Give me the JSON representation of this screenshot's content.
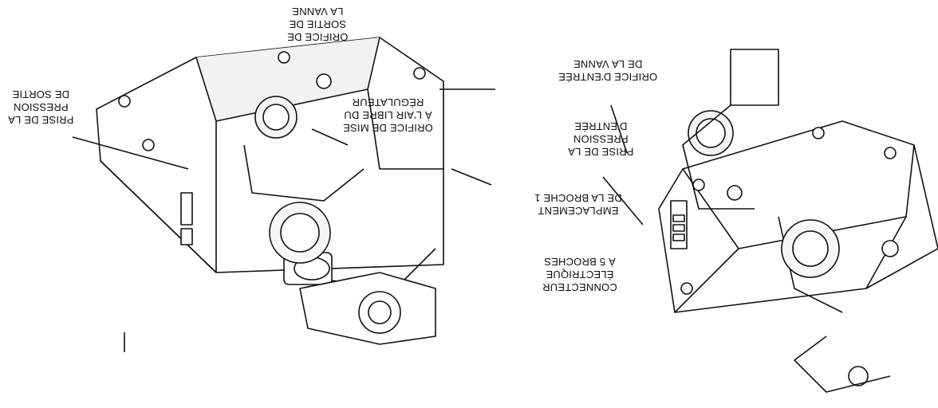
{
  "labels": {
    "outlet_pressure_tap": [
      "PRISE DE LA",
      "PRESSION",
      "DE SORTIE"
    ],
    "outlet_port": [
      "ORIFICE DE",
      "SORTIE DE",
      "LA VANNE"
    ],
    "regulator_vent": [
      "ORIFICE DE MISE",
      "À L'AIR LIBRE DU",
      "RÉGULATEUR"
    ],
    "inlet_port": [
      "ORIFICE D'ENTRÉE",
      "DE LA VANNE"
    ],
    "inlet_pressure_tap": [
      "PRISE DE LA",
      "PRESSION",
      "D'ENTRÉE"
    ],
    "pin1_location": [
      "EMPLACEMENT",
      "DE LA BROCHE 1"
    ],
    "connector": [
      "CONNECTEUR",
      "ÉLECTRIQUE",
      "À 5 BROCHES"
    ]
  },
  "colors": {
    "line": "#111111",
    "fill": "#ffffff",
    "shade": "#e9e9e9"
  }
}
